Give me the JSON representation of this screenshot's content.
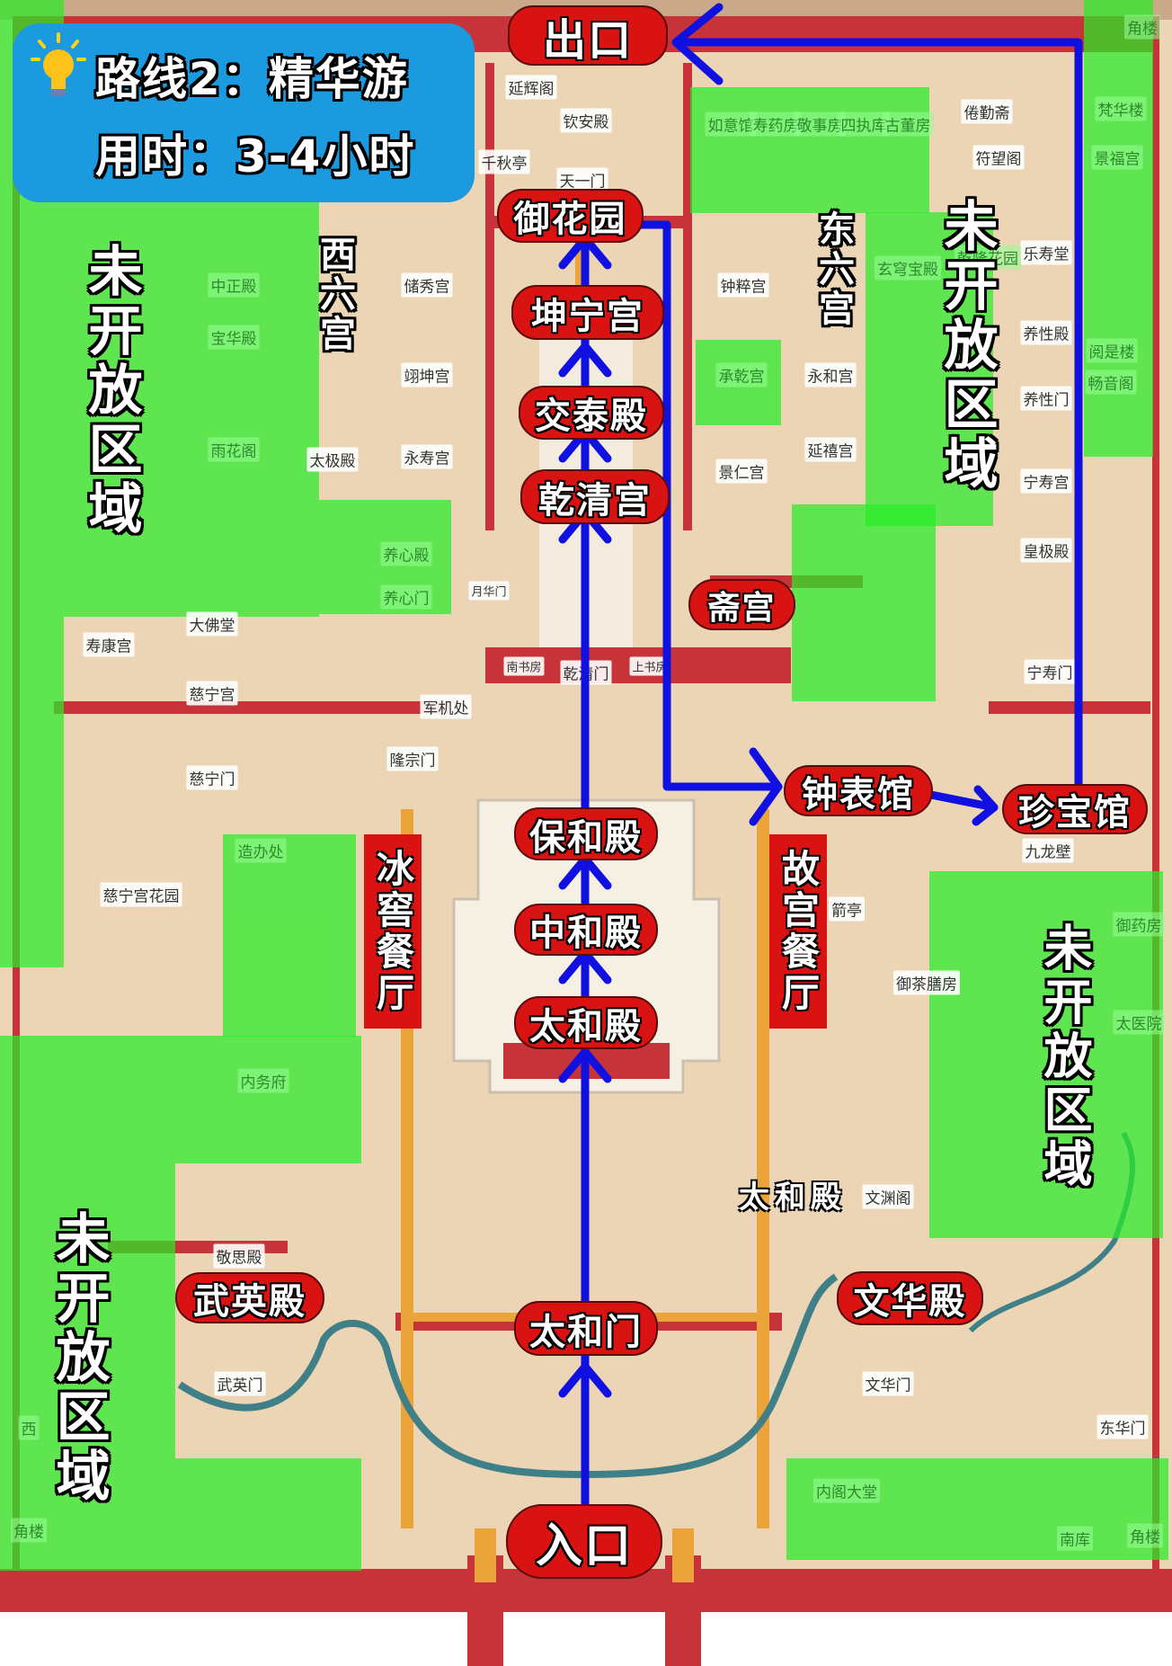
{
  "info": {
    "route_title": "路线2：精华游",
    "duration": "用时：3-4小时",
    "icon": "lightbulb-icon"
  },
  "route_stops": {
    "exit": "出口",
    "yuhuayuan": "御花园",
    "kunninggong": "坤宁宫",
    "jiaotaidian": "交泰殿",
    "qianqinggong": "乾清宫",
    "zhaigong": "斋宫",
    "zhongbiaoguan": "钟表馆",
    "zhenbaoguan": "珍宝馆",
    "baohedian": "保和殿",
    "zhonghedian": "中和殿",
    "taihedian": "太和殿",
    "taihemen": "太和门",
    "entrance": "入口",
    "wuyingdian": "武英殿",
    "wenhuadian": "文华殿"
  },
  "restaurants": {
    "left": "冰窖餐厅",
    "right": "故宫餐厅"
  },
  "areas": {
    "west_six_palaces": "西六宫",
    "east_six_palaces": "东六宫",
    "closed_area": "未开放区域",
    "taihedian_text": "太和殿"
  },
  "small_labels": [
    "延辉阁",
    "钦安殿",
    "千秋亭",
    "天一门",
    "如意馆",
    "寿药房",
    "敬事房",
    "四执库",
    "古董房",
    "倦勤斋",
    "符望阁",
    "梵华楼",
    "景福宫",
    "角楼",
    "乐寿堂",
    "乾隆花园",
    "玄穹宝殿",
    "养性殿",
    "阅是楼",
    "畅音阁",
    "养性门",
    "宁寿宫",
    "皇极殿",
    "宁寿门",
    "九龙壁",
    "钟粹宫",
    "承乾宫",
    "永和宫",
    "景仁宫",
    "延禧宫",
    "储秀宫",
    "翊坤宫",
    "永寿宫",
    "太极殿",
    "雨花阁",
    "中正殿",
    "宝华殿",
    "养心殿",
    "养心门",
    "月华门",
    "南书房",
    "乾清门",
    "上书房",
    "军机处",
    "隆宗门",
    "大佛堂",
    "寿康宫",
    "慈宁宫",
    "慈宁门",
    "造办处",
    "慈宁宫花园",
    "内务府",
    "箭亭",
    "御茶膳房",
    "御药房",
    "太医院",
    "文渊阁",
    "敬思殿",
    "武英门",
    "文华门",
    "东华门",
    "内阁大堂",
    "南库",
    "角楼",
    "角楼",
    "西"
  ],
  "colors": {
    "route": "#1010e0",
    "pill": "#d91212",
    "closed_overlay": "#28ec28",
    "info_box": "#1b9ae0"
  }
}
